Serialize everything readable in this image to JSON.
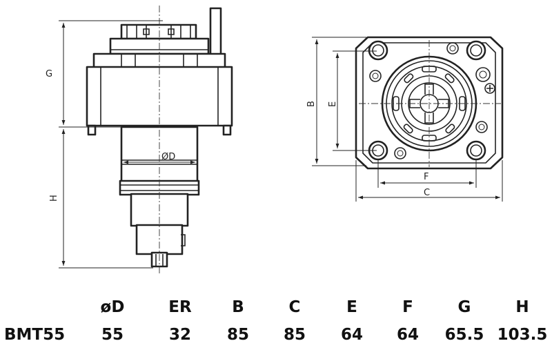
{
  "drawing": {
    "side_view_labels": {
      "g": "G",
      "h": "H",
      "diameter_d": "ØD"
    },
    "front_view_labels": {
      "b": "B",
      "e": "E",
      "f": "F",
      "c": "C"
    }
  },
  "spec_table": {
    "columns": [
      "øD",
      "ER",
      "B",
      "C",
      "E",
      "F",
      "G",
      "H"
    ],
    "rows": [
      {
        "model": "BMT55",
        "values": [
          "55",
          "32",
          "85",
          "85",
          "64",
          "64",
          "65.5",
          "103.5"
        ]
      }
    ]
  }
}
